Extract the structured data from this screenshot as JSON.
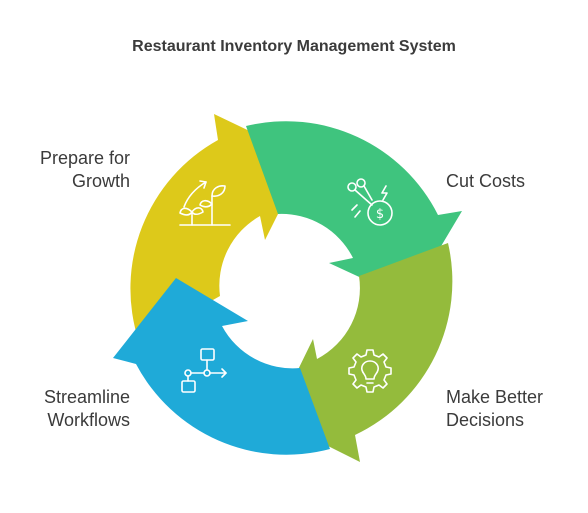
{
  "title": "Restaurant Inventory Management System",
  "colors": {
    "yellow": "#ddc91a",
    "green": "#3fc47e",
    "olive": "#94bb3c",
    "blue": "#1faad8",
    "icon": "#ffffff",
    "text": "#3b3b3b"
  },
  "stages": [
    {
      "id": "growth",
      "lines": [
        "Prepare for",
        "Growth"
      ],
      "icon": "growth-plant-icon"
    },
    {
      "id": "costs",
      "lines": [
        "Cut Costs"
      ],
      "icon": "cost-cutting-icon"
    },
    {
      "id": "decisions",
      "lines": [
        "Make Better",
        "Decisions"
      ],
      "icon": "lightbulb-gear-icon"
    },
    {
      "id": "workflows",
      "lines": [
        "Streamline",
        "Workflows"
      ],
      "icon": "workflow-icon"
    }
  ]
}
